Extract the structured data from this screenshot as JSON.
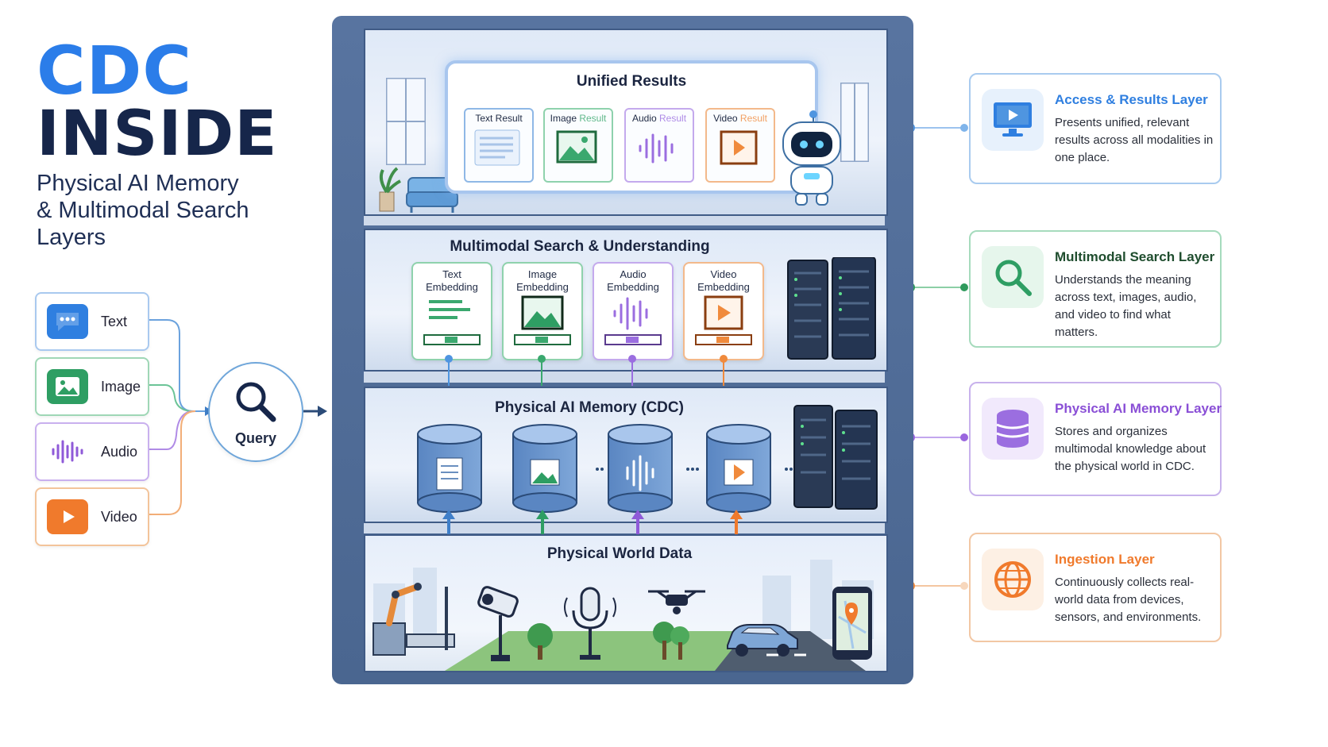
{
  "title": {
    "line1": "CDC",
    "line2": "INSIDE"
  },
  "subtitle": {
    "line1": "Physical AI Memory",
    "line2": "& Multimodal Search",
    "line3": "Layers"
  },
  "inputs": [
    {
      "label": "Text",
      "icon": "chat-bubble-icon",
      "color": "#2f7fe0"
    },
    {
      "label": "Image",
      "icon": "image-icon",
      "color": "#2e9e63"
    },
    {
      "label": "Audio",
      "icon": "audio-wave-icon",
      "color": "#8f5ad8"
    },
    {
      "label": "Video",
      "icon": "play-icon",
      "color": "#f07a2c"
    }
  ],
  "query": {
    "label": "Query",
    "icon": "search-icon"
  },
  "floors": {
    "results": {
      "title": "Unified Results",
      "cards": [
        {
          "label": "Text Result",
          "color": "#6a9fdc"
        },
        {
          "label": "Image",
          "sub": "Result",
          "color": "#3aa86e"
        },
        {
          "label": "Audio",
          "sub": "Result",
          "color": "#9b6ee0"
        },
        {
          "label": "Video",
          "sub": "Result",
          "color": "#f08a3c"
        }
      ]
    },
    "search": {
      "title": "Multimodal Search & Understanding",
      "cards": [
        {
          "line1": "Text",
          "line2": "Embedding",
          "color": "#3aa86e"
        },
        {
          "line1": "Image",
          "line2": "Embedding",
          "color": "#3aa86e"
        },
        {
          "line1": "Audio",
          "line2": "Embedding",
          "color": "#9b6ee0"
        },
        {
          "line1": "Video",
          "line2": "Embedding",
          "color": "#f08a3c"
        }
      ]
    },
    "memory": {
      "title": "Physical AI Memory (CDC)"
    },
    "world": {
      "title": "Physical World Data"
    }
  },
  "layers": [
    {
      "title": "Access & Results Layer",
      "desc": "Presents unified, relevant results across all modalities in one place.",
      "icon": "monitor-icon",
      "color": "#2f7fe0"
    },
    {
      "title": "Multimodal Search Layer",
      "desc": "Understands the meaning across text, images, audio, and video to find what matters.",
      "icon": "search-icon",
      "color": "#1f6b3e"
    },
    {
      "title": "Physical AI Memory Layer",
      "desc": "Stores and organizes multimodal knowledge about the physical world in CDC.",
      "icon": "database-icon",
      "color": "#8a4fd6"
    },
    {
      "title": "Ingestion Layer",
      "desc": "Continuously collects real-world data from devices, sensors, and environments.",
      "icon": "globe-icon",
      "color": "#f07a2c"
    }
  ]
}
